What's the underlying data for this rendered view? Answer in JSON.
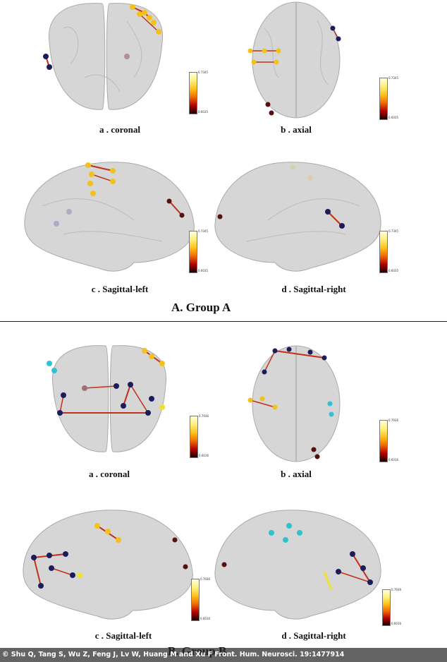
{
  "group_a": {
    "title": "A. Group A",
    "panels": [
      {
        "caption": "a . coronal",
        "cb_max": "0.7345",
        "cb_min": "0.6035"
      },
      {
        "caption": "b . axial",
        "cb_max": "0.7345",
        "cb_min": "0.6035"
      },
      {
        "caption": "c . Sagittal-left",
        "cb_max": "0.7345",
        "cb_min": "0.6035"
      },
      {
        "caption": "d . Sagittal-right",
        "cb_max": "0.7345",
        "cb_min": "0.6035"
      }
    ]
  },
  "group_b": {
    "title": "B. Group B",
    "panels": [
      {
        "caption": "a . coronal",
        "cb_max": "0.7936",
        "cb_min": "0.6016"
      },
      {
        "caption": "b . axial",
        "cb_max": "0.7936",
        "cb_min": "0.6016"
      },
      {
        "caption": "c . Sagittal-left",
        "cb_max": "0.7936",
        "cb_min": "0.6016"
      },
      {
        "caption": "d . Sagittal-right",
        "cb_max": "0.7936",
        "cb_min": "0.6016"
      }
    ]
  },
  "credit": "© Shu Q, Tang S, Wu Z, Feng J, Lv W, Huang M and Xu F Front. Hum. Neurosci. 19:1477914",
  "colors": {
    "yellow_node": "#f2c21a",
    "dark_node": "#1a1d5c",
    "cyan_node": "#2ec3cf",
    "red_edge": "#c0301a",
    "brain": "#d4d4d4"
  }
}
